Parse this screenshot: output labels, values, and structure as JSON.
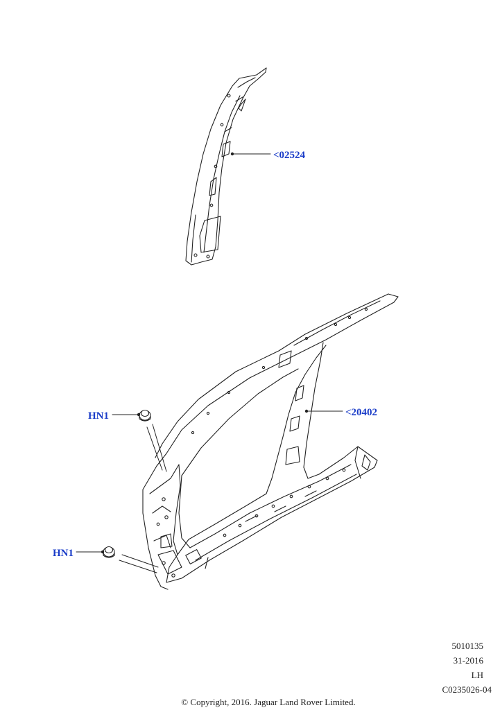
{
  "callouts": {
    "part_a": "<02524",
    "part_b": "<20402",
    "fastener_upper": "HN1",
    "fastener_lower": "HN1"
  },
  "meta": {
    "drawing_id": "5010135",
    "year_code": "31-2016",
    "side": "LH",
    "ref_code": "C0235026-04"
  },
  "copyright": "© Copyright, 2016. Jaguar Land Rover Limited.",
  "colors": {
    "callout": "#1a3cc8",
    "line": "#222222"
  }
}
